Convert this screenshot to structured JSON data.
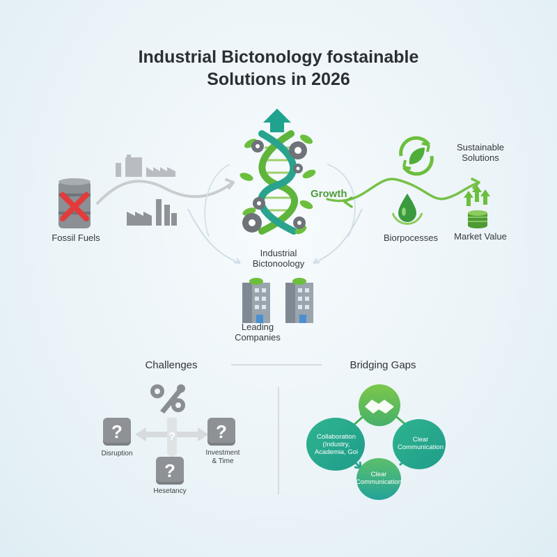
{
  "title": {
    "line1": "Industrial Bictonology fostainable",
    "line2": "Solutions in 2026"
  },
  "top_diagram": {
    "fossil_fuels": "Fossil Fuels",
    "growth": "Growth",
    "industrial": {
      "line1": "Industrial",
      "line2": "Bictonoology"
    },
    "leading": {
      "line1": "Leading",
      "line2": "Companies"
    },
    "sustainable": {
      "line1": "Sustainable",
      "line2": "Solutions"
    },
    "bioprocesses": "Biorpocesses",
    "market_value": "Market Value"
  },
  "challenges": {
    "heading": "Challenges",
    "disruption": "Disruption",
    "investment": {
      "line1": "Investment",
      "line2": "& Time"
    },
    "hesitancy": "Hesetancy",
    "q_mark": "?"
  },
  "bridging": {
    "heading": "Bridging Gaps",
    "collab": {
      "line1": "Collaboration",
      "line2": "(Industry,",
      "line3": "Academia, Goi"
    },
    "clear_right": {
      "line1": "Clear",
      "line2": "Communication"
    },
    "clear_bottom": {
      "line1": "Clear",
      "line2": "Communication"
    }
  },
  "colors": {
    "green": "#6cbf3d",
    "teal": "#2bb59a",
    "gray": "#8e9296",
    "red_x": "#e23b3b"
  }
}
